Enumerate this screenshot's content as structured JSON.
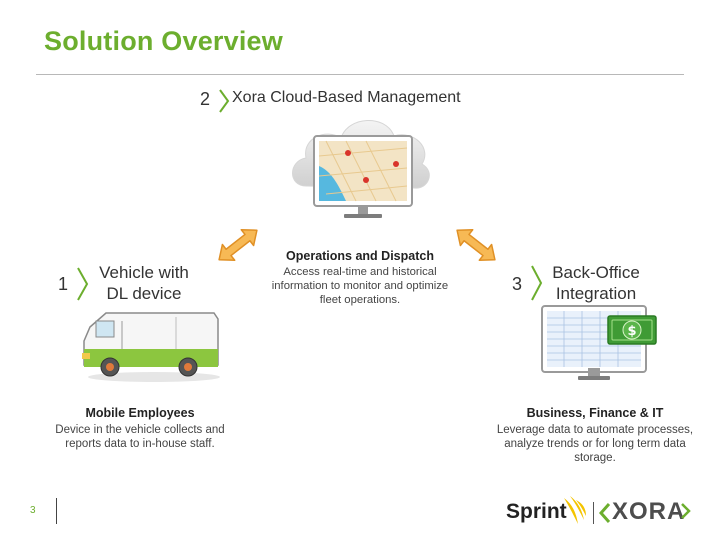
{
  "slide": {
    "title": "Solution Overview",
    "page_number": "3"
  },
  "center": {
    "number": "2",
    "title": "Xora Cloud-Based Management",
    "subtitle": "Operations and Dispatch",
    "description": "Access real-time and historical information to monitor and optimize fleet operations."
  },
  "left": {
    "number": "1",
    "title_line1": "Vehicle with",
    "title_line2": "DL device",
    "subtitle": "Mobile Employees",
    "description": "Device in the vehicle collects and reports data to in-house staff."
  },
  "right": {
    "number": "3",
    "title_line1": "Back-Office",
    "title_line2": "Integration",
    "subtitle": "Business, Finance & IT",
    "description": "Leverage data to automate processes, analyze trends or for long term data storage."
  },
  "logos": {
    "sprint": "Sprint",
    "xora": "XORA"
  },
  "colors": {
    "accent_green": "#6cae2e",
    "arrow_orange": "#f2a541",
    "text": "#333333"
  }
}
